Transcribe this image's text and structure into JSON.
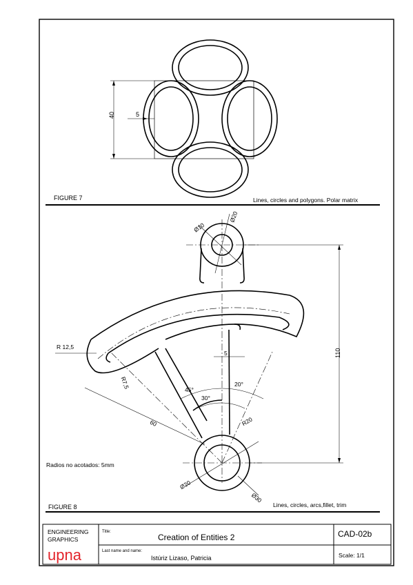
{
  "figure7": {
    "label": "FIGURE 7",
    "caption": "Lines, circles and polygons. Polar matrix",
    "dims": {
      "height": "40",
      "thickness": "5"
    }
  },
  "figure8": {
    "label": "FIGURE 8",
    "caption": "Lines, circles, arcs,fillet, trim",
    "note": "Radios no acotados: 5mm",
    "dims": {
      "d_top_inner": "Ø10",
      "d_top_outer": "Ø20",
      "height": "110",
      "r_outer": "R 12,5",
      "r_inner": "R7,5",
      "stem": "5",
      "a45": "45°",
      "a20": "20°",
      "a30": "30°",
      "r20": "R20",
      "len60": "60",
      "d_bottom_inner": "Ø20",
      "d_bottom_outer": "Ø30"
    }
  },
  "title_block": {
    "dept_line1": "ENGINEERING",
    "dept_line2": "GRAPHICS",
    "logo_text": "upna",
    "title_label": "Title:",
    "title": "Creation of Entities 2",
    "name_label": "Last name and name:",
    "author": "Istúriz Lizaso, Patricia",
    "code": "CAD-02b",
    "scale": "Scale: 1/1"
  },
  "colors": {
    "ink": "#000000",
    "brand": "#e3242b",
    "paper": "#ffffff"
  }
}
